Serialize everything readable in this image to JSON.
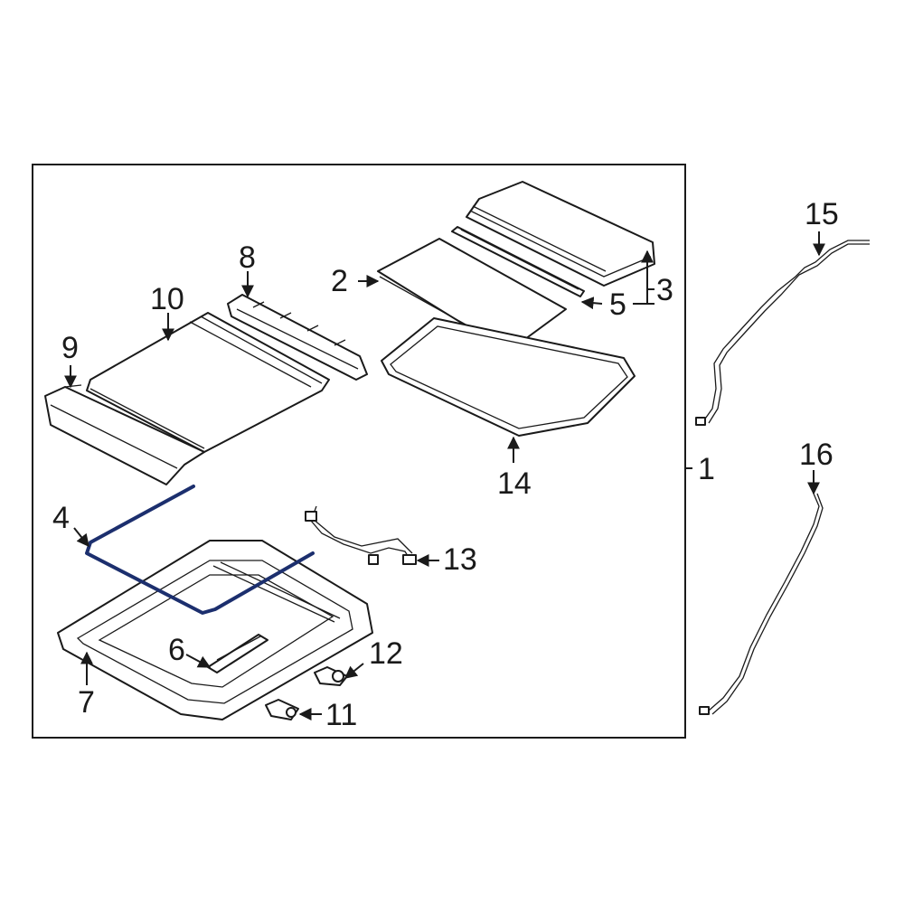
{
  "diagram": {
    "callouts": {
      "c1": "1",
      "c2": "2",
      "c3": "3",
      "c4": "4",
      "c5": "5",
      "c6": "6",
      "c7": "7",
      "c8": "8",
      "c9": "9",
      "c10": "10",
      "c11": "11",
      "c12": "12",
      "c13": "13",
      "c14": "14",
      "c15": "15",
      "c16": "16"
    },
    "colors": {
      "line": "#1a1a1a",
      "highlight": "#1c2f6e",
      "background": "#ffffff"
    }
  }
}
